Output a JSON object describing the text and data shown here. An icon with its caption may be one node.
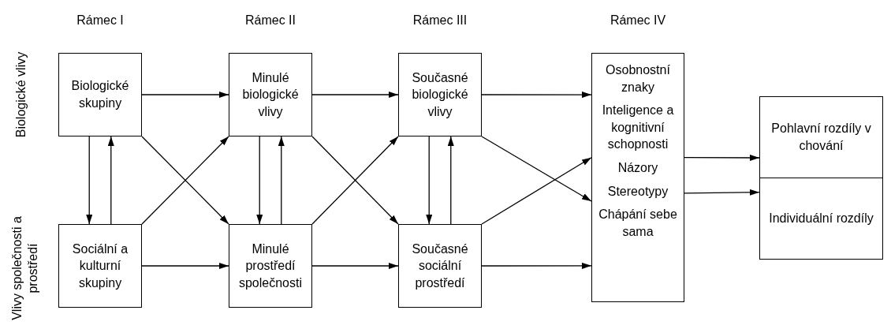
{
  "diagram": {
    "nodes": [
      {
        "text": [
          "Biologické skupiny"
        ]
      },
      {
        "text": [
          "Minulé biologické vlivy"
        ]
      },
      {
        "text": [
          "Současné biologické vlivy"
        ]
      },
      {
        "text": [
          "Osobnostní znaky",
          "Inteligence a kognitivní schopnosti",
          "Názory",
          "Stereotypy",
          "Chápání sebe sama"
        ]
      },
      {
        "text": [
          "Pohlavní rozdíly v chování"
        ]
      },
      {
        "text": [
          "Individuální rozdíly"
        ]
      },
      {
        "text": [
          "Sociální a kulturní skupiny"
        ]
      },
      {
        "text": [
          "Minulé prostředí společnosti"
        ]
      },
      {
        "text": [
          "Současné sociální prostředí"
        ]
      }
    ],
    "edges": [
      {
        "from": 0,
        "to": 1,
        "arrow": "to"
      },
      {
        "from": 1,
        "to": 2,
        "arrow": "to"
      },
      {
        "from": 2,
        "to": 3,
        "arrow": "to"
      },
      {
        "from": 6,
        "to": 7,
        "arrow": "to"
      },
      {
        "from": 7,
        "to": 8,
        "arrow": "to"
      },
      {
        "from": 8,
        "to": 3,
        "arrow": "to"
      },
      {
        "from": 0,
        "to": 6,
        "arrow": "to"
      },
      {
        "from": 6,
        "to": 0,
        "arrow": "to"
      },
      {
        "from": 1,
        "to": 7,
        "arrow": "to"
      },
      {
        "from": 7,
        "to": 1,
        "arrow": "to"
      },
      {
        "from": 2,
        "to": 8,
        "arrow": "to"
      },
      {
        "from": 8,
        "to": 2,
        "arrow": "to"
      },
      {
        "from": 0,
        "to": 7,
        "arrow": "to"
      },
      {
        "from": 6,
        "to": 1,
        "arrow": "to"
      },
      {
        "from": 1,
        "to": 8,
        "arrow": "to"
      },
      {
        "from": 7,
        "to": 2,
        "arrow": "to"
      },
      {
        "from": 2,
        "to": 3,
        "arrow": "to"
      },
      {
        "from": 8,
        "to": 3,
        "arrow": "to"
      },
      {
        "from": 3,
        "to": 4,
        "arrow": "to"
      },
      {
        "from": 3,
        "to": 5,
        "arrow": "to"
      }
    ],
    "labels": [
      "Rámec I",
      "Rámec II",
      "Rámec III",
      "Rámec IV",
      "Biologické vlivy",
      "Vlivy společnosti a prostředí"
    ]
  }
}
